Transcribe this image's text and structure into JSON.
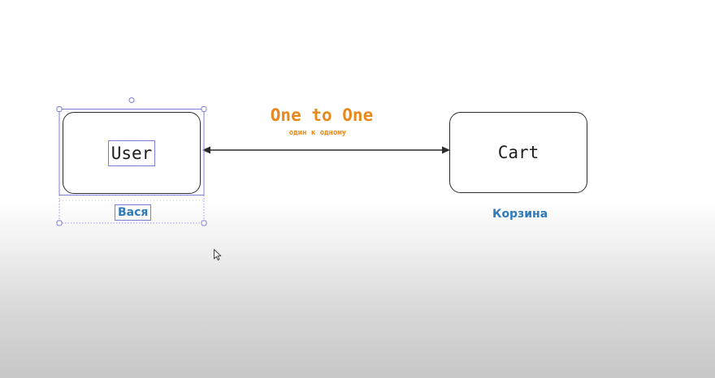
{
  "diagram": {
    "relationship": {
      "title": "One to One",
      "subtitle": "один к одному",
      "color": "#e8891c"
    },
    "nodes": [
      {
        "id": "user",
        "label": "User",
        "caption": "Вася"
      },
      {
        "id": "cart",
        "label": "Cart",
        "caption": "Корзина"
      }
    ],
    "caption_color": "#2f7ab8",
    "selection_color": "#7b7fd4",
    "selected_node": "user"
  },
  "cursor": {
    "icon": "mouse-pointer-icon"
  }
}
